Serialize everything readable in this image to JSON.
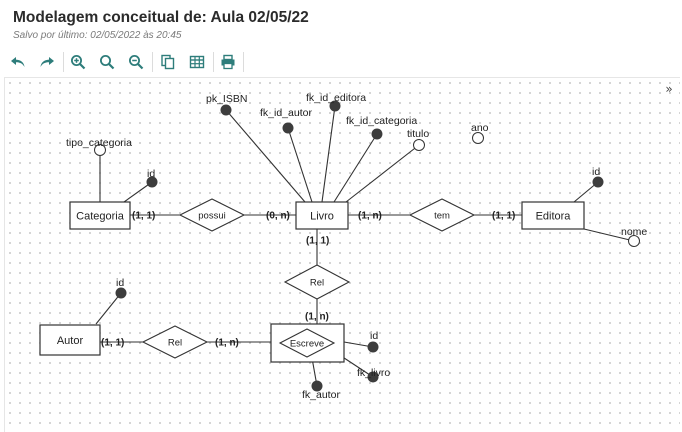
{
  "header": {
    "title": "Modelagem conceitual de: Aula 02/05/22",
    "saved": "Salvo por último: 02/05/2022 às 20:45"
  },
  "toolbar": {
    "buttons": [
      "undo-icon",
      "redo-icon",
      "zoom-in-icon",
      "zoom-reset-icon",
      "zoom-out-icon",
      "copy-icon",
      "table-icon",
      "print-icon"
    ]
  },
  "diagram": {
    "entities": {
      "categoria": "Categoria",
      "livro": "Livro",
      "editora": "Editora",
      "autor": "Autor",
      "escreve": "Escreve"
    },
    "relationships": {
      "possui": "possui",
      "tem": "tem",
      "rel_top": "Rel",
      "rel_left": "Rel"
    },
    "attributes": {
      "tipo_categoria": "tipo_categoria",
      "categoria_id": "id",
      "pk_isbn": "pk_ISBN",
      "fk_id_autor": "fk_id_autor",
      "fk_id_editora": "fk_id_editora",
      "fk_id_categoria": "fk_id_categoria",
      "titulo": "titulo",
      "ano": "ano",
      "editora_id": "id",
      "editora_nome": "nome",
      "autor_id": "id",
      "escreve_id": "id",
      "fk_livro": "fk_livro",
      "fk_autor": "fk_autor"
    },
    "cardinalities": {
      "categoria_possui": "(1, 1)",
      "livro_possui": "(0, n)",
      "livro_tem": "(1, n)",
      "editora_tem": "(1, 1)",
      "livro_rel": "(1, 1)",
      "escreve_rel": "(1, n)",
      "autor_rel": "(1, 1)",
      "escreve_rel_left": "(1, n)"
    },
    "colors": {
      "filled": "#3d3d3d",
      "line": "#333333",
      "accent": "#2e7d7b"
    }
  },
  "controls": {
    "collapse": "»"
  }
}
